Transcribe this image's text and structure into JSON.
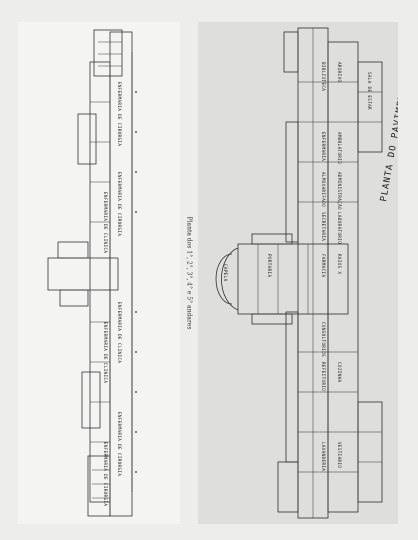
{
  "caption": "Planta dos 1°, 2°, 3°, 4° e 5° andares",
  "left_plan": {
    "rooms": [
      "ENFERMARIA DE CIRURGIA",
      "ENFERMARIA DE CIRURGIA",
      "ENFERMARIA DE CLINICA",
      "ENFERMARIA DE CLINICA",
      "ENFERMARIA DE CLINICA",
      "ENFERMARIA DE CIRURGIA",
      "ENFERMARIA DE CIRURGIA"
    ]
  },
  "right_plan": {
    "title": "PLANTA DO PAVIMENTO TÉRREO",
    "rooms": [
      "BIBLIOTECA",
      "ARQUIVO",
      "SALA DE ESTAR",
      "ENFERMARIA",
      "AMBULATORIO",
      "ALMOXARIFADO",
      "ADMINISTRAÇÃO",
      "SECRETARIA",
      "LABORATORIO",
      "FARMACIA",
      "RAIOS X",
      "CONSULTORIOS",
      "REFEITORIO",
      "COZINHA",
      "LAVANDERIA",
      "VESTIARIO",
      "CAPELA",
      "PORTARIA"
    ]
  }
}
